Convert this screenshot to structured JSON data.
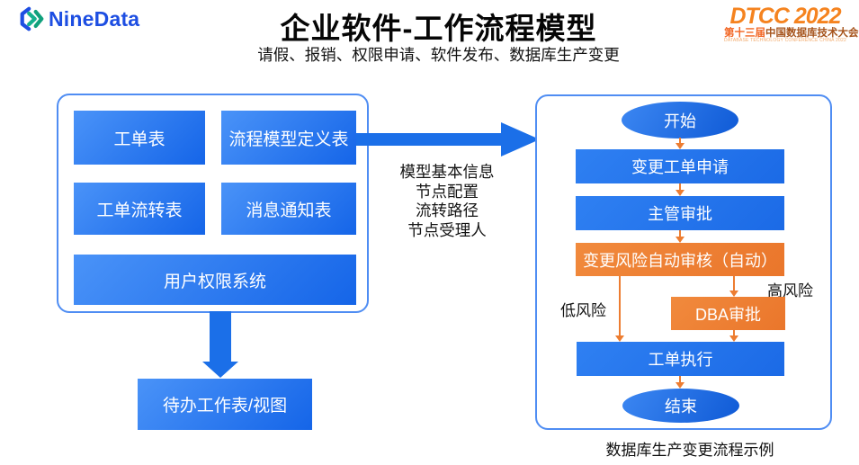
{
  "header": {
    "logo_text": "NineData",
    "title": "企业软件-工作流程模型",
    "subtitle": "请假、报销、权限申请、软件发布、数据库生产变更",
    "dtcc": {
      "wordmark": "DTCC",
      "year": "2022",
      "line2_prefix": "第十三届",
      "line2_rest": "中国数据库技术大会",
      "line3": "DATABASE TECHNOLOGY CONFERENCE CHINA 2022"
    }
  },
  "colors": {
    "box_blue_light": "#4a93f8",
    "box_blue_dark": "#1565e8",
    "orange": "#ed7d31",
    "panel_border": "#4f8df3",
    "arrow_blue": "#1b6fe8",
    "logo_blue": "#1d4ee2",
    "logo_green": "#14b08d",
    "dtcc_orange": "#f5831f"
  },
  "left_panel": {
    "box_ticket": "工单表",
    "box_model_def": "流程模型定义表",
    "box_ticket_flow": "工单流转表",
    "box_notify": "消息通知表",
    "box_user_perm": "用户权限系统",
    "box_todo": "待办工作表/视图"
  },
  "transfer": {
    "lines": [
      "模型基本信息",
      "节点配置",
      "流转路径",
      "节点受理人"
    ]
  },
  "flowchart": {
    "start_label": "开始",
    "step_apply": "变更工单申请",
    "step_manager": "主管审批",
    "step_risk": "变更风险自动审核（自动）",
    "step_dba": "DBA审批",
    "step_execute": "工单执行",
    "end_label": "结束",
    "branch_low": "低风险",
    "branch_high": "高风险",
    "caption": "数据库生产变更流程示例"
  }
}
